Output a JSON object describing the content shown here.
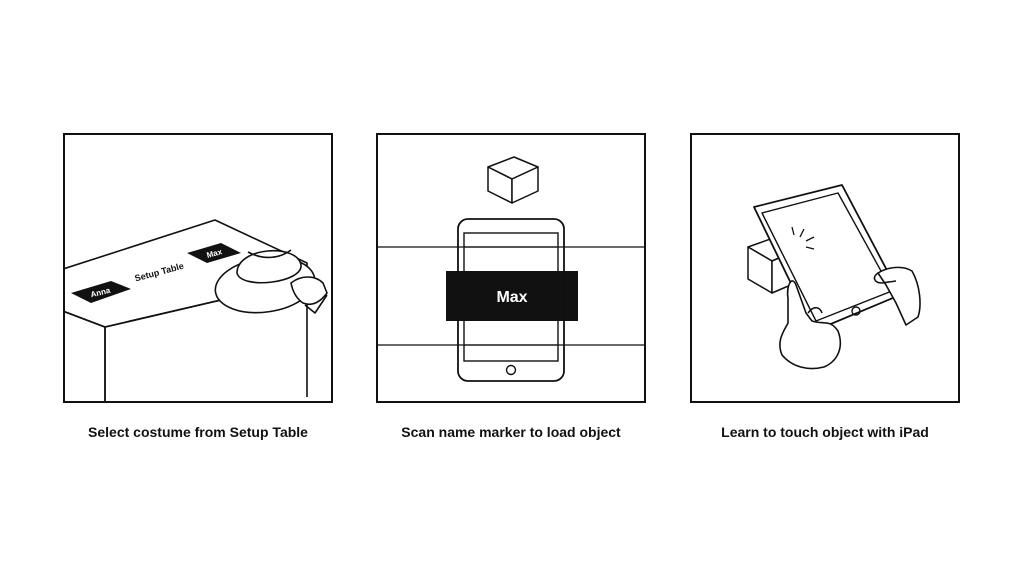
{
  "steps": [
    {
      "caption": "Select costume from Setup Table",
      "table_label": "Setup Table",
      "marker_left": "Anna",
      "marker_right": "Max"
    },
    {
      "caption": "Scan name marker to load object",
      "marker_label": "Max"
    },
    {
      "caption": "Learn to touch object with iPad"
    }
  ],
  "colors": {
    "ink": "#111111",
    "background": "#ffffff"
  },
  "icons": [
    "cube-icon",
    "hat-icon",
    "phone-icon",
    "tablet-icon",
    "hand-icon",
    "touch-burst-icon"
  ]
}
